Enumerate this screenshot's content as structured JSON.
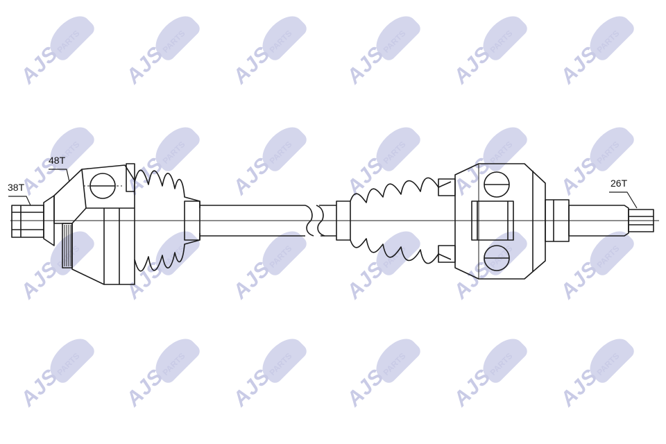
{
  "diagram": {
    "labels": {
      "left_spline": "38T",
      "abs_ring": "48T",
      "right_spline": "26T"
    },
    "watermark": {
      "brand": "AJS",
      "word": "PARTS"
    },
    "colors": {
      "line": "#1a1a1a",
      "watermark": "#c9cbe6"
    }
  }
}
